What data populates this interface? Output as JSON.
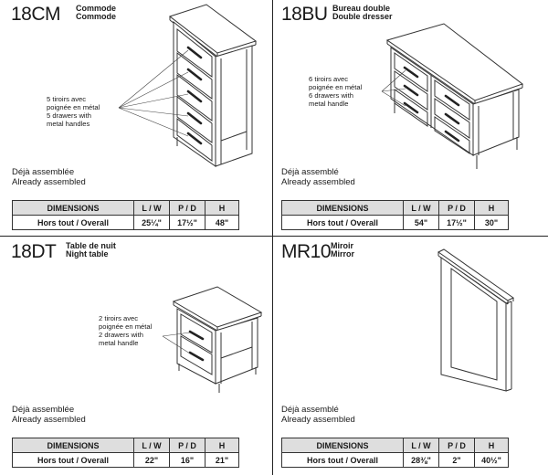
{
  "products": [
    {
      "code": "18CM",
      "name_fr": "Commode",
      "name_en": "Commode",
      "callout": [
        "5 tiroirs avec",
        "poignée en métal",
        "5 drawers with",
        "metal handles"
      ],
      "assembly_fr": "Déjà assemblée",
      "assembly_en": "Already assembled",
      "table": {
        "headers": [
          "DIMENSIONS",
          "L / W",
          "P / D",
          "H"
        ],
        "row_label": "Hors tout / Overall",
        "values": [
          "25¼\"",
          "17½\"",
          "48\""
        ]
      }
    },
    {
      "code": "18BU",
      "name_fr": "Bureau double",
      "name_en": "Double dresser",
      "callout": [
        "6 tiroirs avec",
        "poignée en métal",
        "6 drawers with",
        "metal handle"
      ],
      "assembly_fr": "Déjà assemblé",
      "assembly_en": "Already assembled",
      "table": {
        "headers": [
          "DIMENSIONS",
          "L / W",
          "P / D",
          "H"
        ],
        "row_label": "Hors tout / Overall",
        "values": [
          "54\"",
          "17½\"",
          "30\""
        ]
      }
    },
    {
      "code": "18DT",
      "name_fr": "Table de nuit",
      "name_en": "Night table",
      "callout": [
        "2 tiroirs avec",
        "poignée en métal",
        "2 drawers with",
        "metal handle"
      ],
      "assembly_fr": "Déjà assemblée",
      "assembly_en": "Already assembled",
      "table": {
        "headers": [
          "DIMENSIONS",
          "L / W",
          "P / D",
          "H"
        ],
        "row_label": "Hors tout / Overall",
        "values": [
          "22\"",
          "16\"",
          "21\""
        ]
      }
    },
    {
      "code": "MR10",
      "name_fr": "Miroir",
      "name_en": "Mirror",
      "callout": [],
      "assembly_fr": "Déjà assemblé",
      "assembly_en": "Already assembled",
      "table": {
        "headers": [
          "DIMENSIONS",
          "L / W",
          "P / D",
          "H"
        ],
        "row_label": "Hors tout / Overall",
        "values": [
          "28⅜\"",
          "2\"",
          "40½\""
        ]
      }
    }
  ]
}
